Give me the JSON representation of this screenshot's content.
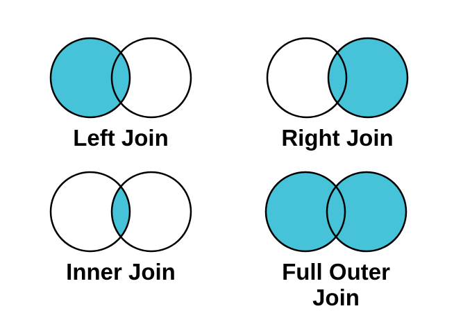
{
  "colors": {
    "highlight": "#46c2d9",
    "outline": "#000000",
    "background": "#ffffff",
    "text": "#000000"
  },
  "diagrams": [
    {
      "label": "Left Join",
      "filled": "left"
    },
    {
      "label": "Right Join",
      "filled": "right"
    },
    {
      "label": "Inner Join",
      "filled": "intersection"
    },
    {
      "label": "Full Outer Join",
      "filled": "both"
    }
  ]
}
